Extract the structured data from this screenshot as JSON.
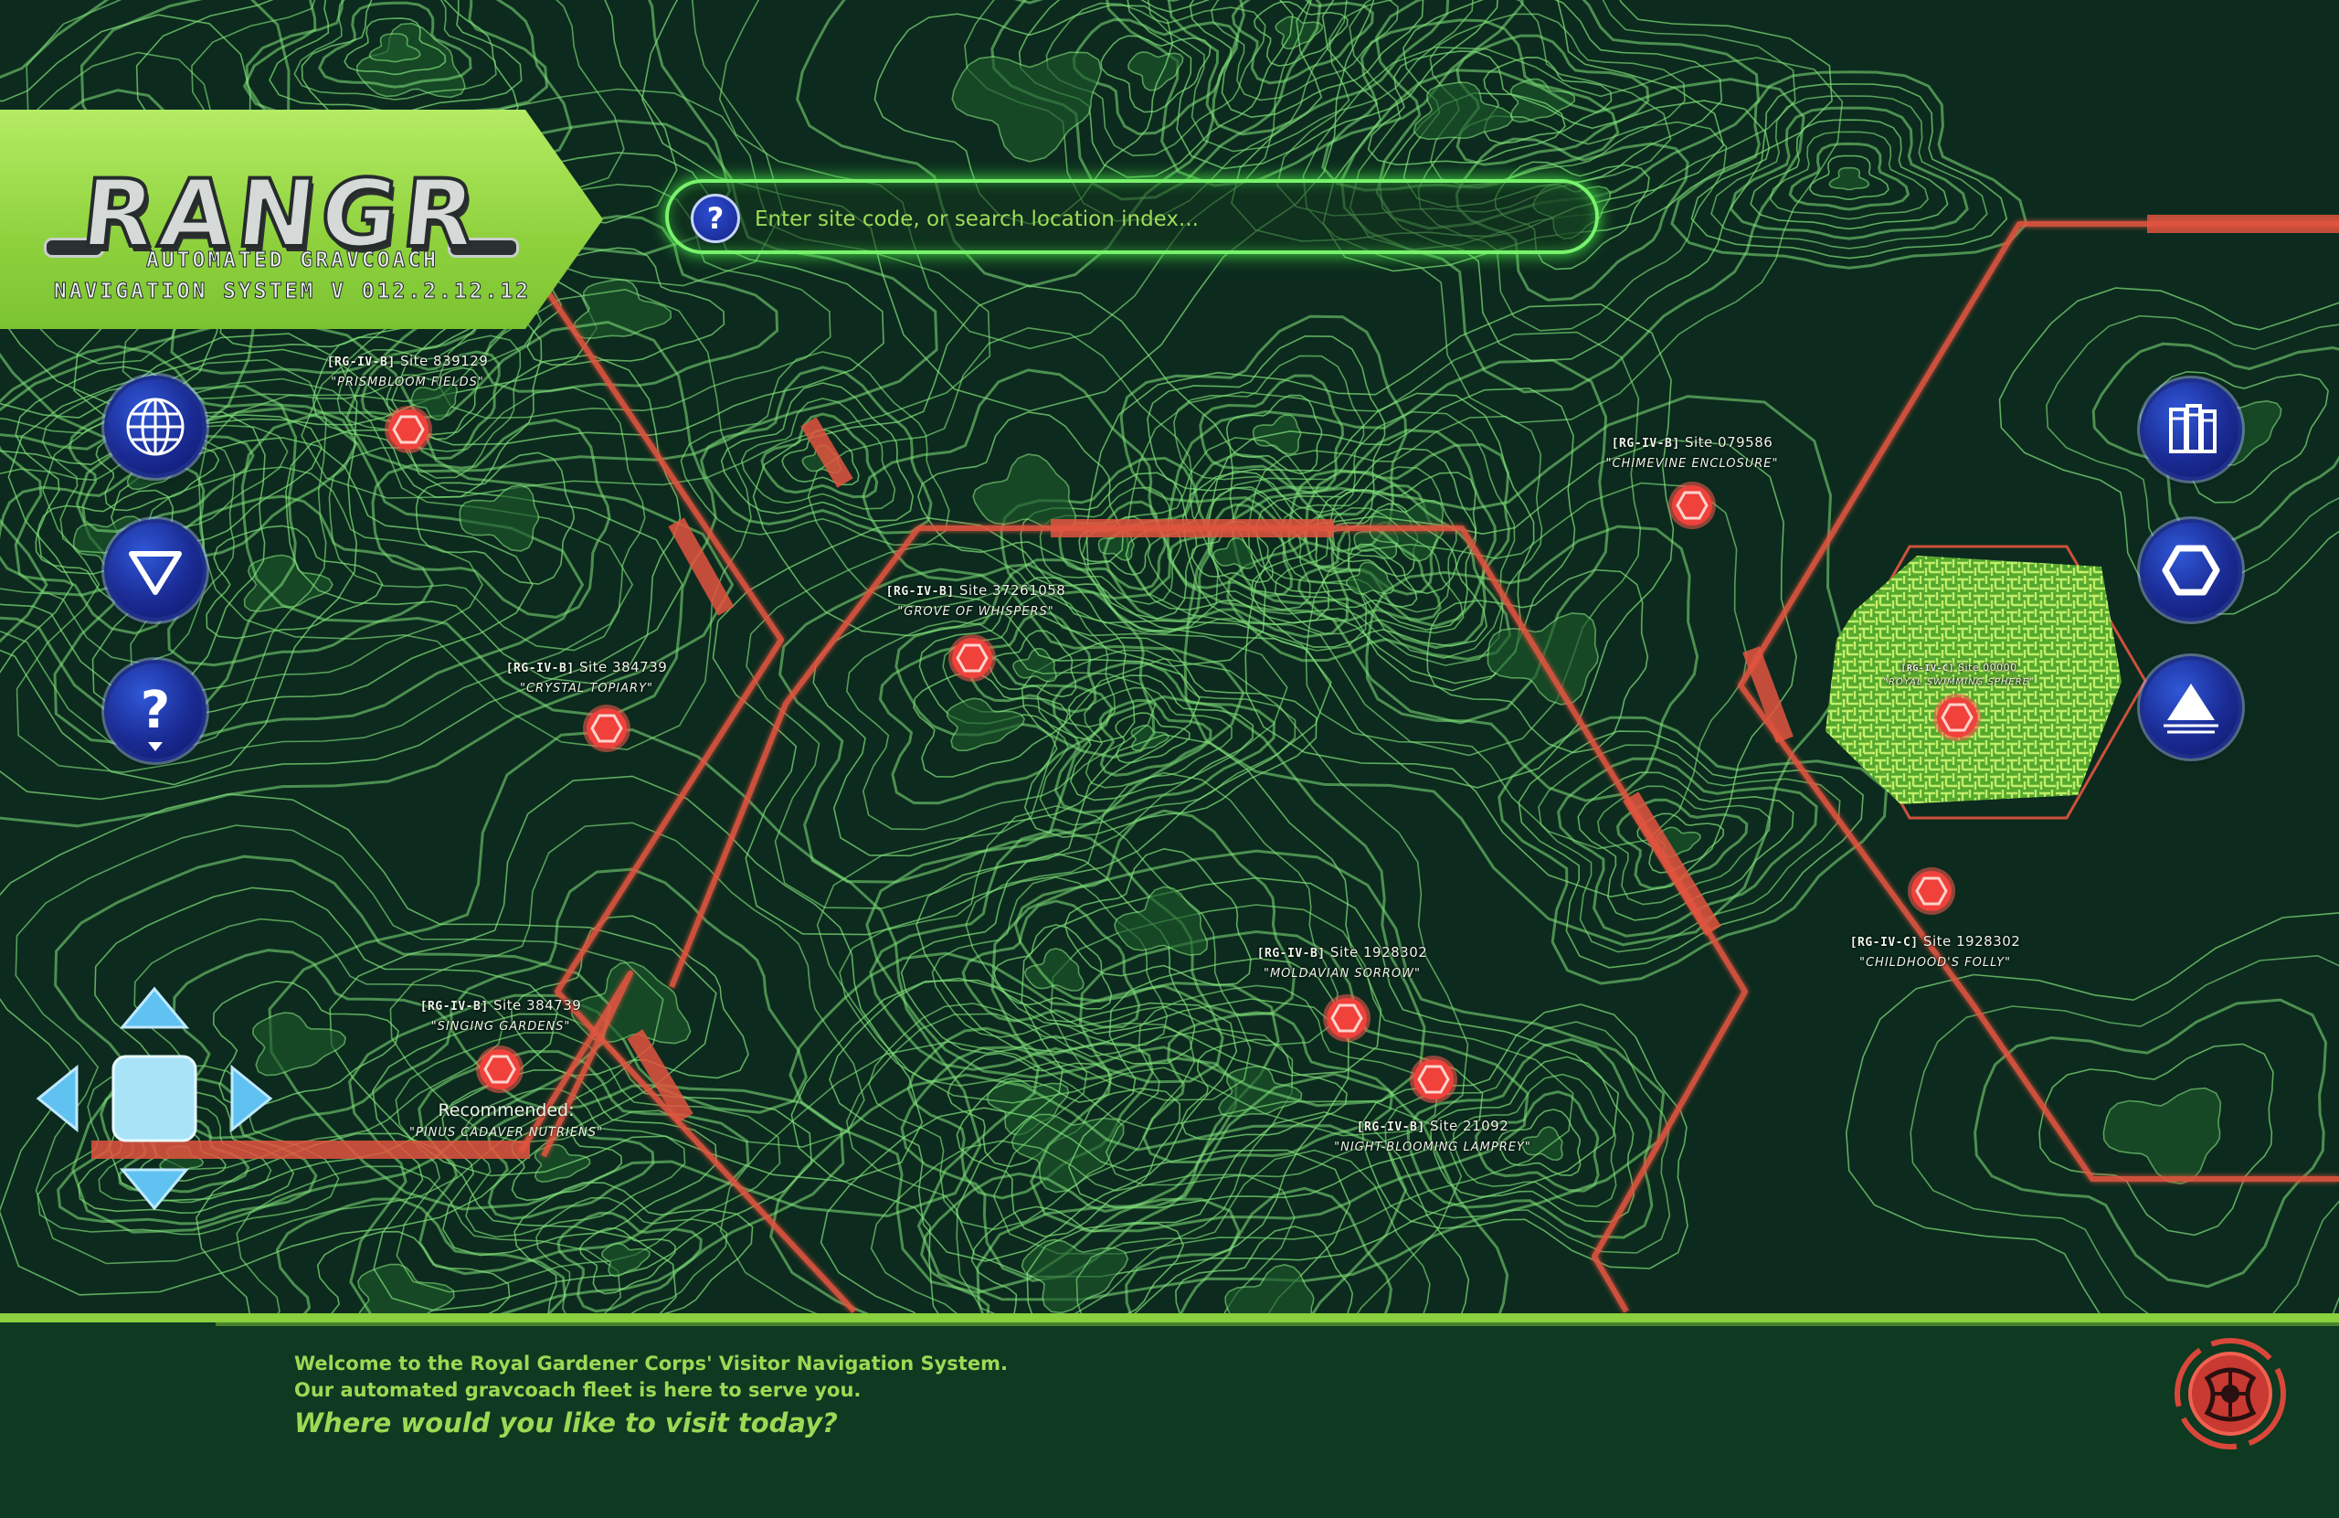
{
  "app": {
    "logo_text": "RANGR",
    "subtitle_line1": "Automated Gravcoach",
    "subtitle_line2": "Navigation System V 012.2.12.12"
  },
  "search": {
    "placeholder": "Enter site code, or search location index...",
    "help_glyph": "?"
  },
  "left_controls": [
    {
      "icon": "globe-icon"
    },
    {
      "icon": "down-triangle-icon"
    },
    {
      "icon": "help-question-icon",
      "glyph": "?"
    }
  ],
  "right_controls": [
    {
      "icon": "archive-books-icon"
    },
    {
      "icon": "hexagon-icon"
    },
    {
      "icon": "triangle-up-icon"
    }
  ],
  "sites": [
    {
      "code": "[RG-IV-B]",
      "site": "Site 839129",
      "name": "\"Prismbloom Fields\""
    },
    {
      "code": "[RG-IV-B]",
      "site": "Site 384739",
      "name": "\"Crystal Topiary\""
    },
    {
      "code": "[RG-IV-B]",
      "site": "Site 37261058",
      "name": "\"Grove of Whispers\""
    },
    {
      "code": "[RG-IV-B]",
      "site": "Site 079586",
      "name": "\"Chimevine Enclosure\""
    },
    {
      "code": "[RG-IV-C]",
      "site": "Site 00000",
      "name": "\"Royal Swimming Sphere\""
    },
    {
      "code": "[RG-IV-C]",
      "site": "Site 1928302",
      "name": "\"Childhood's Folly\""
    },
    {
      "code": "[RG-IV-B]",
      "site": "Site 1928302",
      "name": "\"Moldavian Sorrow\""
    },
    {
      "code": "[RG-IV-B]",
      "site": "Site 21092",
      "name": "\"Night-Blooming Lamprey\""
    },
    {
      "code": "[RG-IV-B]",
      "site": "Site 384739",
      "name": "\"Singing Gardens\""
    }
  ],
  "recommendation": {
    "label": "Recommended:",
    "item": "\"Pinus Cadaver Nutriens\""
  },
  "footer": {
    "line1": "Welcome to the Royal Gardener Corps' Visitor Navigation System.",
    "line2": "Our automated gravcoach fleet is here to serve you.",
    "question": "Where would you like to visit today?"
  },
  "colors": {
    "background": "#0c2b1e",
    "contour": "#7fe07a",
    "grid": "#ff6b4e",
    "route": "#e2543f",
    "accent_green": "#9fd854",
    "button_blue": "#1a2b94",
    "marker_red": "#f0413b"
  }
}
